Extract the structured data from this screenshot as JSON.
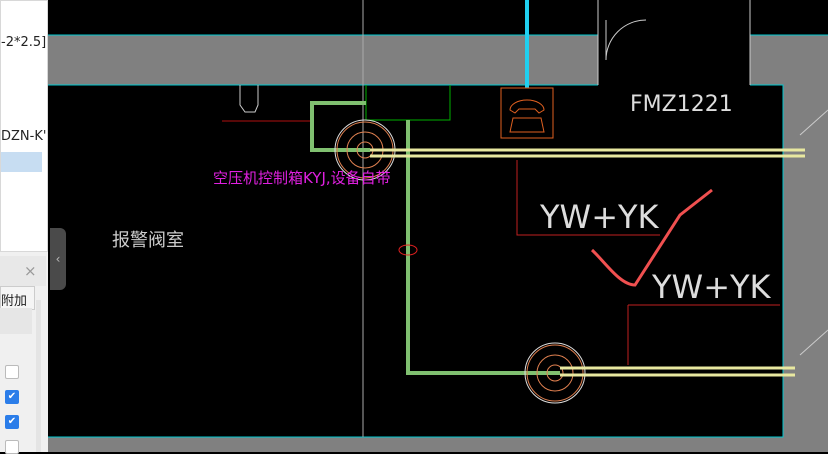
{
  "panel": {
    "line1": "-2*2.5]",
    "line2": "DZN-K'",
    "close": "×",
    "attach_button": "附加",
    "checkboxes": [
      false,
      true,
      true,
      false
    ]
  },
  "collapse_icon": "‹",
  "cad": {
    "door_label": "FMZ1221",
    "room_label": "报警阀室",
    "annotation": "空压机控制箱KYJ,设备自带",
    "cable_label_1": "YW+YK",
    "cable_label_2": "YW+YK"
  },
  "colors": {
    "wall": "#808080",
    "wall_edge": "#00c8d0",
    "cable": "#e8e8a0",
    "pipe": "#80c070",
    "annotation": "#e020e0",
    "markup": "#f05050"
  }
}
